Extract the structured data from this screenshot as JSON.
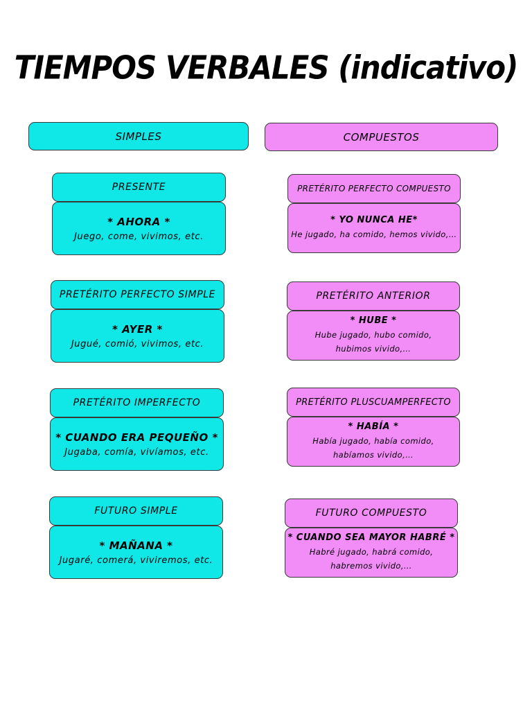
{
  "title": "TIEMPOS VERBALES (indicativo)",
  "colors": {
    "simples": "#10e8e8",
    "compuestos": "#f28cf6"
  },
  "simples": {
    "header": "SIMPLES",
    "tenses": [
      {
        "label": "PRESENTE",
        "key": "* AHORA *",
        "example": "Juego, come, vivimos, etc."
      },
      {
        "label": "PRETÉRITO PERFECTO SIMPLE",
        "key": "* AYER *",
        "example": "Jugué, comió, vivimos, etc."
      },
      {
        "label": "PRETÉRITO IMPERFECTO",
        "key": "* CUANDO ERA PEQUEÑO *",
        "example": "Jugaba, comía, vivíamos, etc."
      },
      {
        "label": "FUTURO SIMPLE",
        "key": "* MAÑANA *",
        "example": "Jugaré, comerá, viviremos, etc."
      }
    ]
  },
  "compuestos": {
    "header": "COMPUESTOS",
    "tenses": [
      {
        "label": "PRETÉRITO PERFECTO COMPUESTO",
        "key": "* YO NUNCA HE*",
        "example": "He jugado, ha comido, hemos vivido,…"
      },
      {
        "label": "PRETÉRITO ANTERIOR",
        "key": "* HUBE *",
        "example": "Hube jugado, hubo comido, hubimos vivido,…"
      },
      {
        "label": "PRETÉRITO PLUSCUAMPERFECTO",
        "key": "* HABÍA *",
        "example": "Había jugado, había comido, habíamos vivido,…"
      },
      {
        "label": "FUTURO COMPUESTO",
        "key": "* CUANDO SEA MAYOR HABRÉ *",
        "example": "Habré jugado, habrá comido, habremos vivido,…"
      }
    ]
  }
}
